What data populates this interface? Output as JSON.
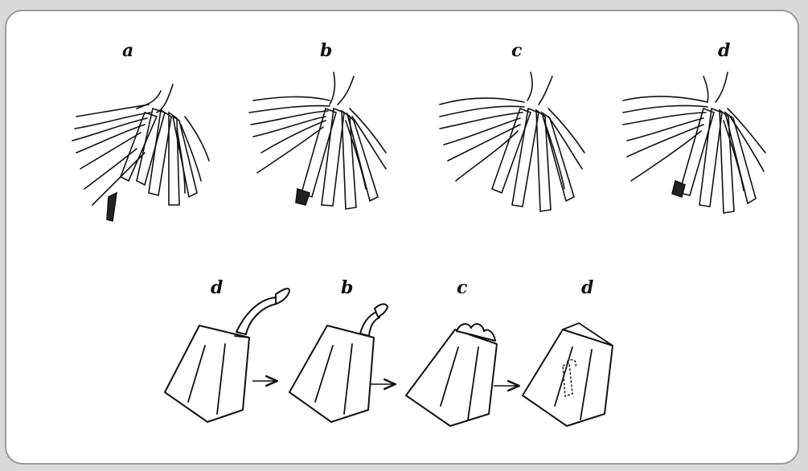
{
  "figure": {
    "top_labels": [
      "a",
      "b",
      "c",
      "d"
    ],
    "bottom_labels": [
      "d",
      "b",
      "c",
      "d"
    ],
    "arrow_glyph": "→",
    "colors": {
      "ink": "#111111",
      "paper": "#ffffff",
      "border": "#9a9a9a",
      "page": "#d9d9d9"
    }
  }
}
